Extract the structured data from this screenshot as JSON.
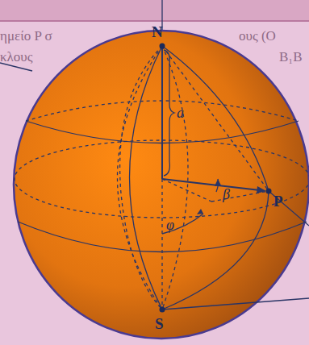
{
  "diagram": {
    "labels": [
      "ημείο P σ",
      "ους (O",
      "κλους",
      "B₁B",
      "N",
      "a",
      "P",
      "β",
      "φ",
      "S"
    ]
  }
}
